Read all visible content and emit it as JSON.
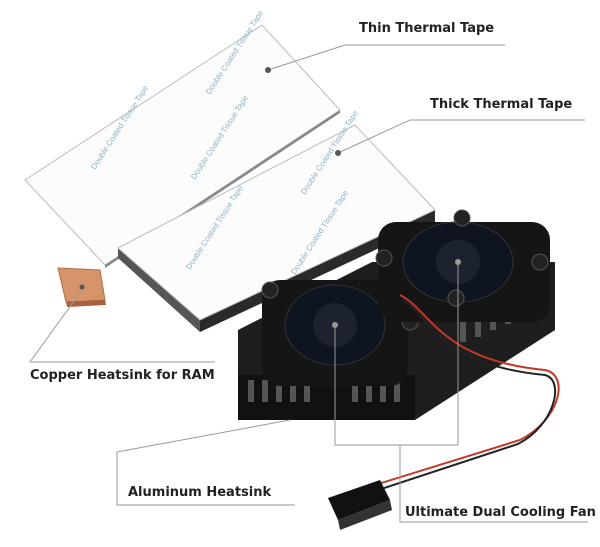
{
  "labels": {
    "thin_tape": "Thin Thermal Tape",
    "thick_tape": "Thick Thermal Tape",
    "copper": "Copper Heatsink for RAM",
    "aluminum": "Aluminum Heatsink",
    "fan": "Ultimate Dual Cooling Fan"
  },
  "tape_print": "Double Coated Tissue Tape",
  "colors": {
    "copper": "#d7936a",
    "heatsink": "#1a1a1a",
    "leader": "#9a9a9a",
    "tape_print": "#8fb3c8"
  }
}
